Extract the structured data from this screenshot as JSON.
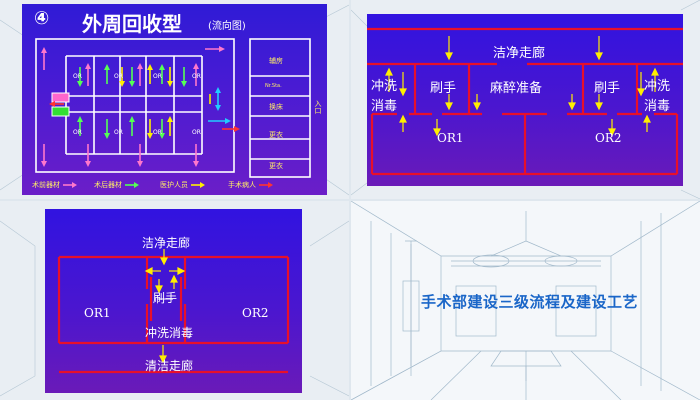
{
  "slide1": {
    "title_number": "④",
    "title_main": "外周回收型",
    "title_sub": "(流向图)",
    "rooms": {
      "or_label": "OR",
      "auxiliary": "辅房",
      "nurse_station": "Nr.Sta.",
      "change_bed": "换床",
      "change_clothes_1": "更衣",
      "change_clothes_2": "更衣",
      "entrance": "入口"
    },
    "legend": [
      {
        "label": "术前器材",
        "color": "#ff77cc"
      },
      {
        "label": "术后器材",
        "color": "#55ff55"
      },
      {
        "label": "医护人员",
        "color": "#ffee00"
      },
      {
        "label": "手术病人",
        "color": "#ff3333"
      }
    ]
  },
  "slide2": {
    "clean_corridor": "洁净走廊",
    "wash_left": [
      "冲洗",
      "消毒"
    ],
    "scrub_left": "刷手",
    "anesthesia_prep": "麻醉准备",
    "scrub_right": "刷手",
    "wash_right": [
      "冲洗",
      "消毒"
    ],
    "or1": "OR1",
    "or2": "OR2"
  },
  "slide3": {
    "clean_corridor": "洁净走廊",
    "or1": "OR1",
    "or2": "OR2",
    "scrub": "刷手",
    "wash": "冲洗消毒",
    "clean_corridor_bottom": "清洁走廊"
  },
  "slide4": {
    "title": "手术部建设三级流程及建设工艺"
  },
  "colors": {
    "wall_red": "#e8102a",
    "arrow_yellow": "#ffee00",
    "title_blue": "#1a66c8"
  }
}
